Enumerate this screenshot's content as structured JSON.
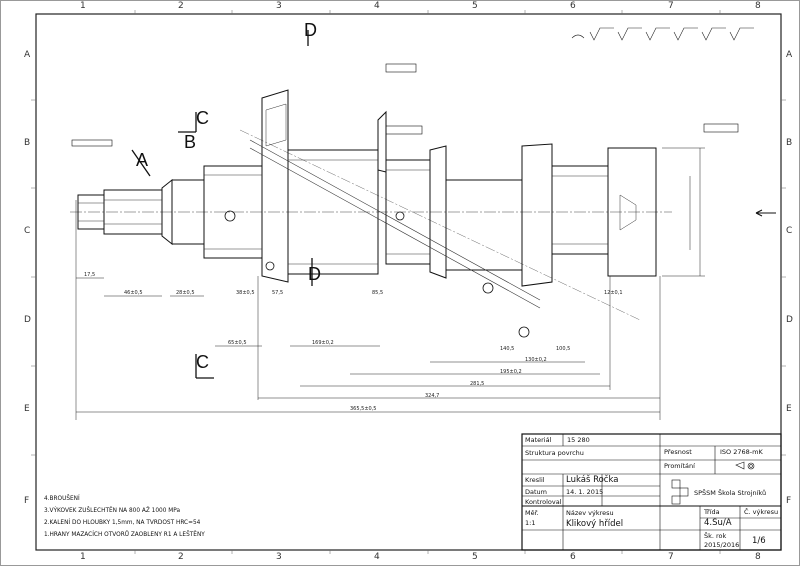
{
  "zones": {
    "columns": [
      "1",
      "2",
      "3",
      "4",
      "5",
      "6",
      "7",
      "8"
    ],
    "rows": [
      "A",
      "B",
      "C",
      "D",
      "E",
      "F"
    ]
  },
  "section_marks": {
    "d_top": "D",
    "d_mid": "D",
    "c_upper": "C",
    "c_lower": "C",
    "b_left": "B",
    "a_left": "A"
  },
  "notes": [
    "4.BROUŠENÍ",
    "3.VÝKOVEK ZUŠLECHTĚN NA 800 AŽ 1000 MPa",
    "2.KALENÍ DO HLOUBKY 1,5mm, NA TVRDOST HRC=54",
    "1.HRANY MAZACÍCH OTVORŮ ZAOBLENY R1 A LEŠTĚNY"
  ],
  "title_block": {
    "material_label": "Materiál",
    "material_value": "15 280",
    "surface_label": "Struktura povrchu",
    "tolerance_label": "Přesnost",
    "tolerance_value": "ISO 2768-mK",
    "projection_label": "Promítání",
    "drawn_label": "Kreslil",
    "drawn_value": "Lukáš Ročka",
    "date_label": "Datum",
    "date_value": "14. 1. 2015",
    "checked_label": "Kontroloval",
    "school": "SPŠSM Škola Strojníků",
    "part_no_label": "Č. výkresu",
    "part_name_label": "Název výkresu",
    "part_name_value": "Klikový hřídel",
    "class_label": "Třída",
    "class_value": "4.Su/A",
    "scale_label": "Měř.",
    "scale_value": "1:1",
    "year_label": "Šk. rok",
    "year_value": "2015/2016",
    "sheet_value": "1/6"
  },
  "dims": {
    "d1": "12±0,1",
    "d2": "130±0,2",
    "d3": "195±0,2",
    "d4": "281,5",
    "d5": "324,7",
    "d6": "365,5±0,5",
    "d7": "169±0,2",
    "d8": "140,5",
    "d9": "100,5",
    "d10": "46±0,5",
    "d11": "28±0,5",
    "d12": "38±0,5",
    "d13": "65±0,5",
    "d14": "85,5",
    "d15": "57,5",
    "d16": "17,5"
  }
}
